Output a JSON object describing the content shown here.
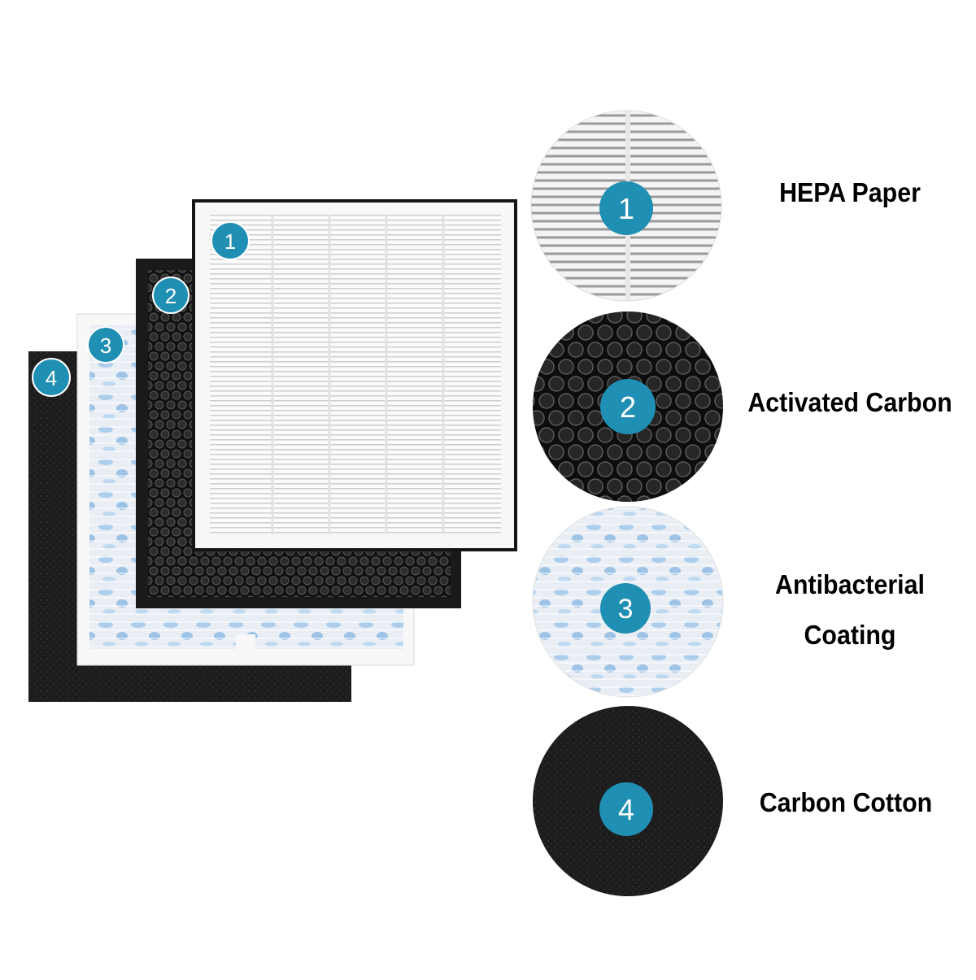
{
  "badges": [
    "1",
    "2",
    "3",
    "4"
  ],
  "layers": [
    {
      "number": "1",
      "label_lines": [
        "HEPA Paper"
      ],
      "material": "hepa-paper"
    },
    {
      "number": "2",
      "label_lines": [
        "Activated Carbon"
      ],
      "material": "activated-carbon-honeycomb"
    },
    {
      "number": "3",
      "label_lines": [
        "Antibacterial",
        "Coating"
      ],
      "material": "antibacterial-mesh"
    },
    {
      "number": "4",
      "label_lines": [
        "Carbon Cotton"
      ],
      "material": "carbon-cotton"
    }
  ],
  "colors": {
    "badge": "#1f8fb3",
    "badge_text": "#ffffff",
    "carbon": "#1c1c1c",
    "frame_white": "#f7f7f7",
    "hepa_pleat": "#cfcfcf",
    "mesh_blue": "#9cc4ea"
  }
}
